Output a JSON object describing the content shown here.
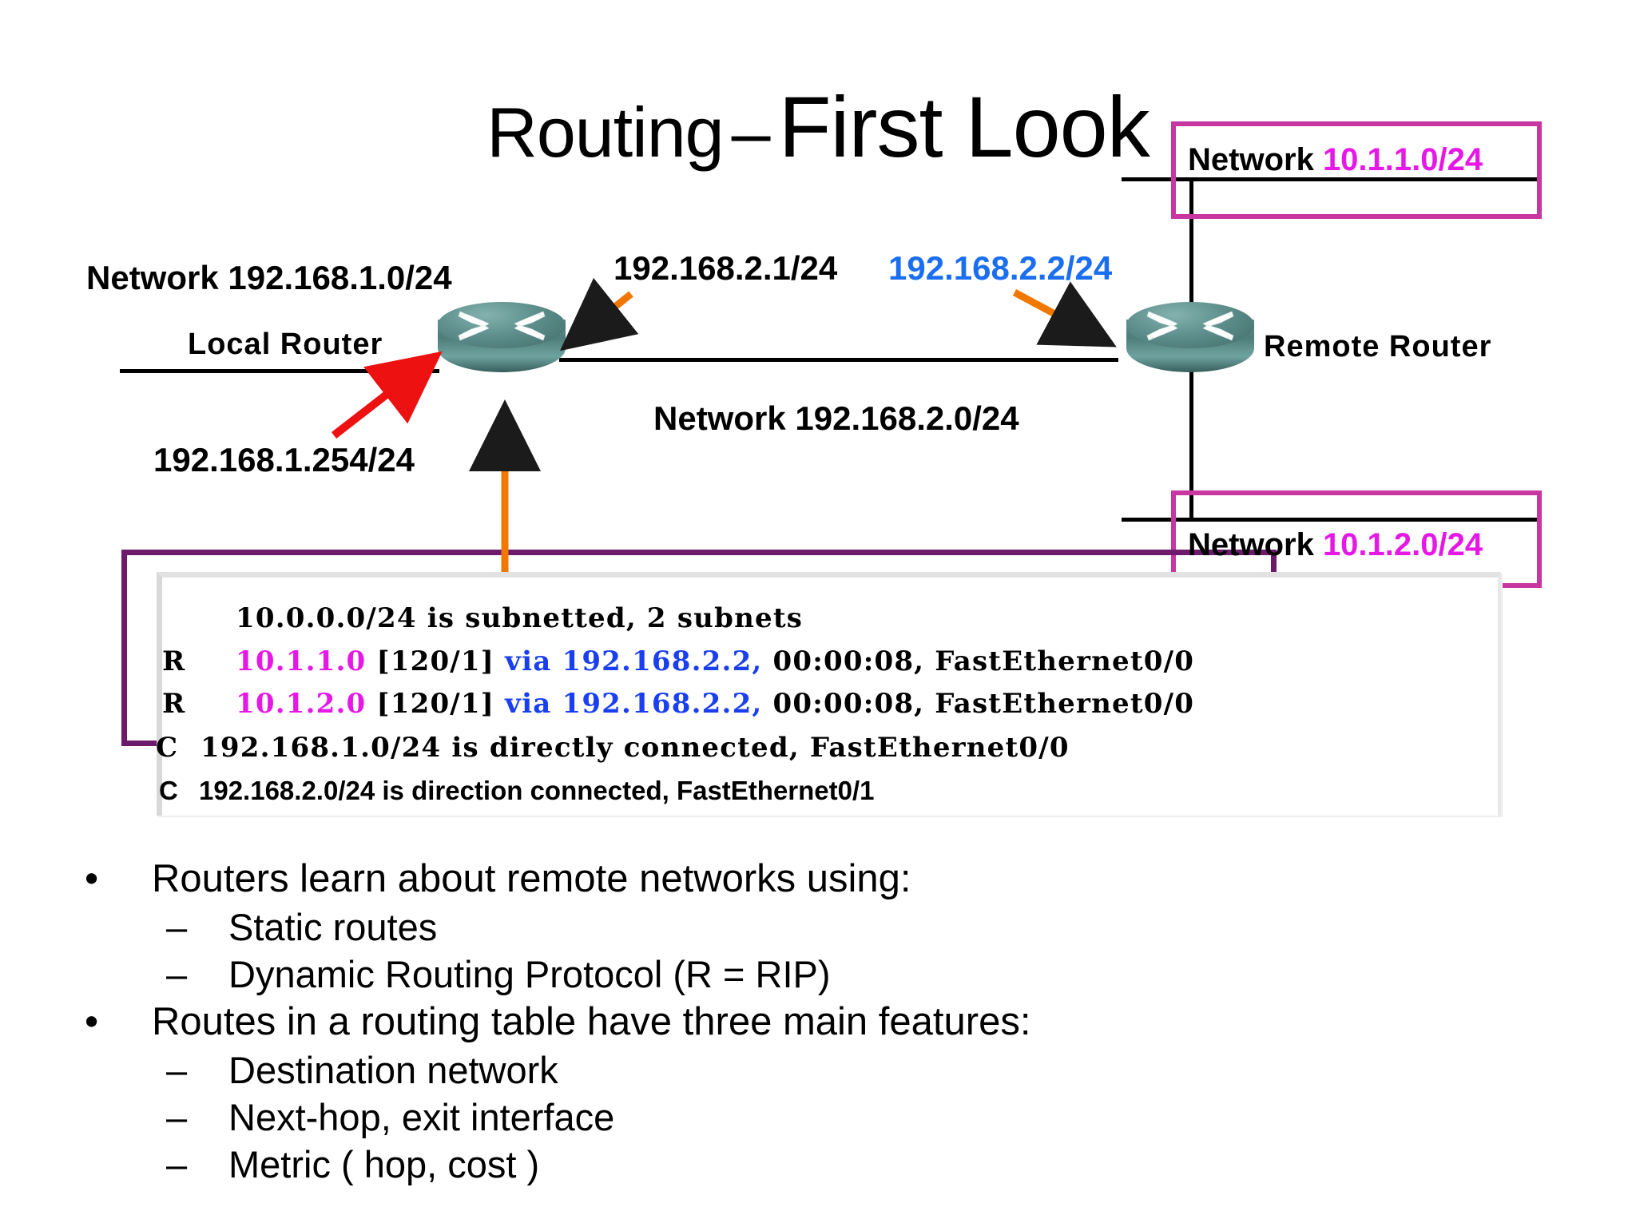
{
  "title": {
    "part1": "Routing",
    "dash": "–",
    "part2": "First Look"
  },
  "diagram": {
    "left_network_label": "Network 192.168.1.0/24",
    "local_router_label": "Local Router",
    "local_router_ip": "192.168.1.254/24",
    "link_ip_left": "192.168.2.1/24",
    "link_ip_right": "192.168.2.2/24",
    "middle_network_label": "Network 192.168.2.0/24",
    "remote_router_label": "Remote Router",
    "top_network_prefix": "Network",
    "top_network_value": "10.1.1.0/24",
    "bottom_network_prefix": "Network",
    "bottom_network_value": "10.1.2.0/24"
  },
  "colors": {
    "magenta_box": "#c8379f",
    "magenta_text": "#e618e6",
    "purple_box": "#6d1a6d",
    "blue_text": "#1a3ff0",
    "orange_arrow": "#f07800",
    "red_arrow": "#ee1111",
    "router_teal": "#5d8e8b"
  },
  "routing_table": {
    "line1": {
      "code": "",
      "text": "10.0.0.0/24 is subnetted, 2 subnets"
    },
    "line2": {
      "code": "R",
      "network": "10.1.1.0",
      "metric": "[120/1]",
      "via": "via 192.168.2.2,",
      "tail": "00:00:08, FastEthernet0/0"
    },
    "line3": {
      "code": "R",
      "network": "10.1.2.0",
      "metric": "[120/1]",
      "via": "via 192.168.2.2,",
      "tail": "00:00:08, FastEthernet0/0"
    },
    "line4": {
      "code": "C",
      "text": "192.168.1.0/24 is directly connected, FastEthernet0/0"
    },
    "line5": {
      "code": "C",
      "text": "192.168.2.0/24 is direction connected, FastEthernet0/1"
    }
  },
  "bullets": [
    {
      "level": 1,
      "marker": "•",
      "text": "Routers learn about remote networks using:"
    },
    {
      "level": 2,
      "marker": "–",
      "text": "Static routes"
    },
    {
      "level": 2,
      "marker": "–",
      "text": "Dynamic Routing Protocol (R = RIP)"
    },
    {
      "level": 1,
      "marker": "•",
      "text": "Routes in a routing table have three main features:"
    },
    {
      "level": 2,
      "marker": "–",
      "text": "Destination network"
    },
    {
      "level": 2,
      "marker": "–",
      "text": "Next-hop, exit interface"
    },
    {
      "level": 2,
      "marker": "–",
      "text": "Metric ( hop, cost )"
    }
  ]
}
